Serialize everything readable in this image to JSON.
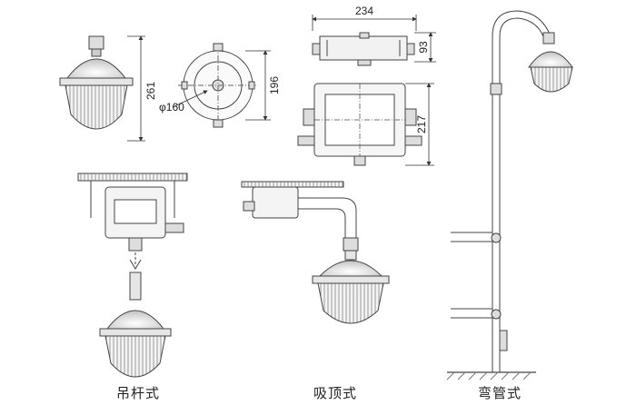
{
  "dimensions": {
    "lamp_height": "261",
    "base_diameter": "φ160",
    "base_height": "196",
    "box_width": "234",
    "box_depth": "93",
    "box_height": "217"
  },
  "captions": {
    "pendant": "吊杆式",
    "ceiling": "吸顶式",
    "bent_pole": "弯管式"
  }
}
